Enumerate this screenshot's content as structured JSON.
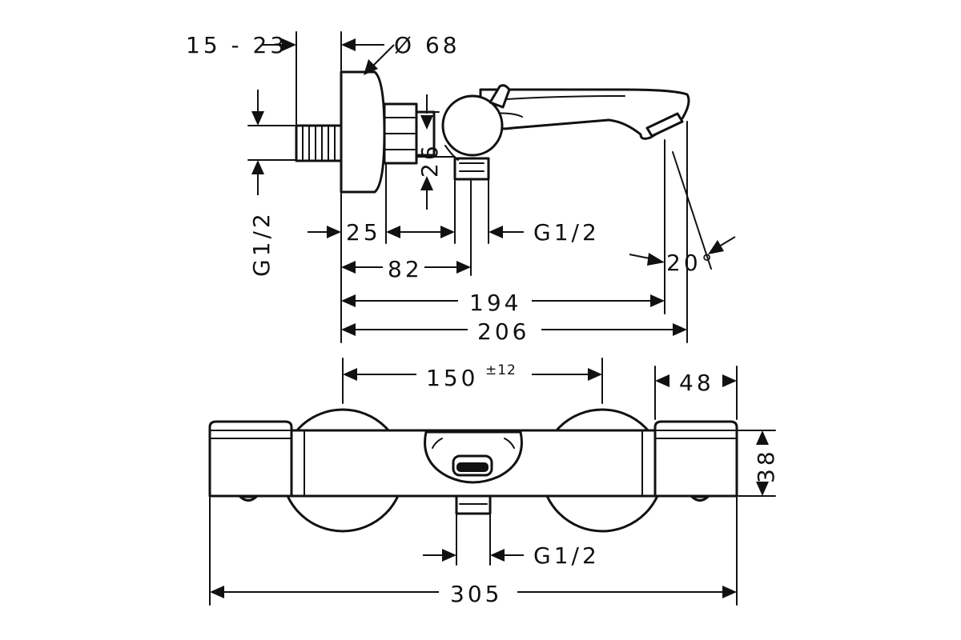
{
  "dimensions": {
    "top_left_depth": "15 - 23",
    "diameter": "Ø 68",
    "inlet_thread": "G1/2",
    "offset_25": "25",
    "height_26": "26",
    "outlet_thread_top": "G1/2",
    "length_82": "82",
    "length_194": "194",
    "length_206": "206",
    "angle": "20°",
    "centers": "150",
    "centers_tol": "±12",
    "width_48": "48",
    "height_38": "38",
    "outlet_thread_bottom": "G1/2",
    "total_305": "305"
  }
}
